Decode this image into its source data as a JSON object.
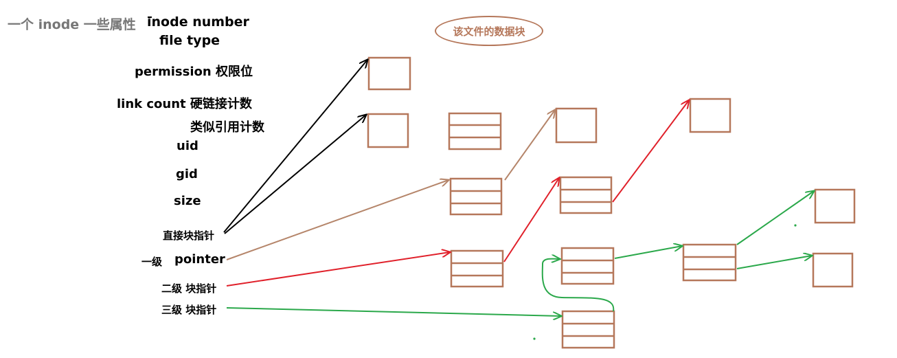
{
  "heading": {
    "title": "一个 inode 一些属性",
    "first_attr": "inode number"
  },
  "attributes": {
    "file_type": "file type",
    "permission": "permission 权限位",
    "link_count": "link count 硬链接计数",
    "link_count_note": "类似引用计数",
    "uid": "uid",
    "gid": "gid",
    "size": "size"
  },
  "pointers": {
    "direct": "直接块指针",
    "single_prefix": "一级",
    "single": "pointer",
    "double": "二级  块指针",
    "triple": "三级  块指针"
  },
  "data_block_note": "该文件的数据块",
  "colors": {
    "block_border": "#b5775a",
    "arrow_direct": "#000000",
    "arrow_single": "#b5856a",
    "arrow_double": "#e0202a",
    "arrow_triple": "#2aa84a",
    "heading_gray": "#777777"
  }
}
